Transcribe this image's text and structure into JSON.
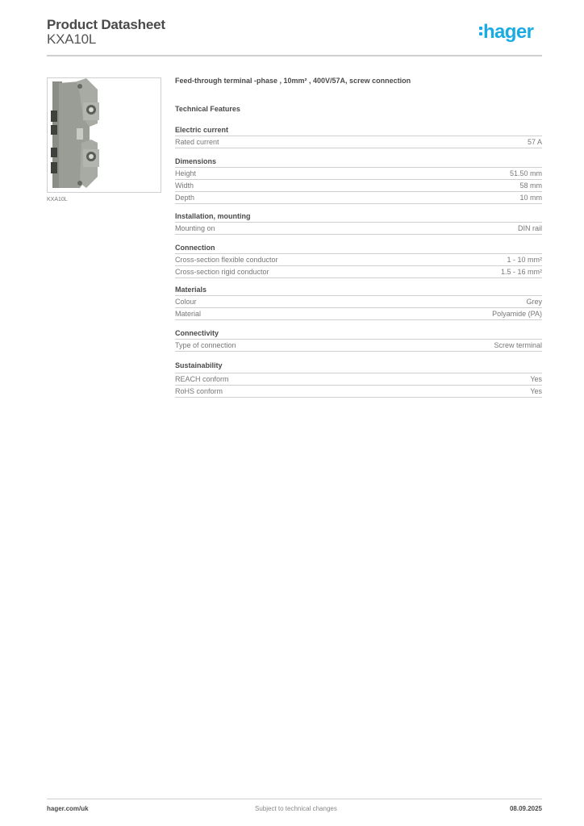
{
  "header": {
    "title": "Product Datasheet",
    "product_code": "KXA10L",
    "logo_text": "hager",
    "brand_color": "#1aabe3"
  },
  "product": {
    "image_caption": "KXA10L",
    "description": "Feed-through terminal -phase , 10mm² , 400V/57A, screw connection",
    "features_heading": "Technical Features"
  },
  "sections": [
    {
      "title": "Electric current",
      "rows": [
        {
          "label": "Rated current",
          "value": "57 A"
        }
      ]
    },
    {
      "title": "Dimensions",
      "rows": [
        {
          "label": "Height",
          "value": "51.50 mm"
        },
        {
          "label": "Width",
          "value": "58 mm"
        },
        {
          "label": "Depth",
          "value": "10 mm"
        }
      ]
    },
    {
      "title": "Installation, mounting",
      "rows": [
        {
          "label": "Mounting on",
          "value": "DIN rail"
        }
      ]
    },
    {
      "title": "Connection",
      "rows": [
        {
          "label": "Cross-section flexible conductor",
          "value": "1 - 10 mm²"
        },
        {
          "label": "Cross-section rigid conductor",
          "value": "1.5 - 16 mm²"
        }
      ]
    },
    {
      "title": "Materials",
      "rows": [
        {
          "label": "Colour",
          "value": "Grey"
        },
        {
          "label": "Material",
          "value": "Polyamide (PA)"
        }
      ]
    },
    {
      "title": "Connectivity",
      "rows": [
        {
          "label": "Type of connection",
          "value": "Screw terminal"
        }
      ]
    },
    {
      "title": "Sustainability",
      "rows": [
        {
          "label": "REACH conform",
          "value": "Yes"
        },
        {
          "label": "RoHS conform",
          "value": "Yes"
        }
      ]
    }
  ],
  "footer": {
    "website": "hager.com/uk",
    "notice": "Subject to technical changes",
    "date": "08.09.2025"
  }
}
